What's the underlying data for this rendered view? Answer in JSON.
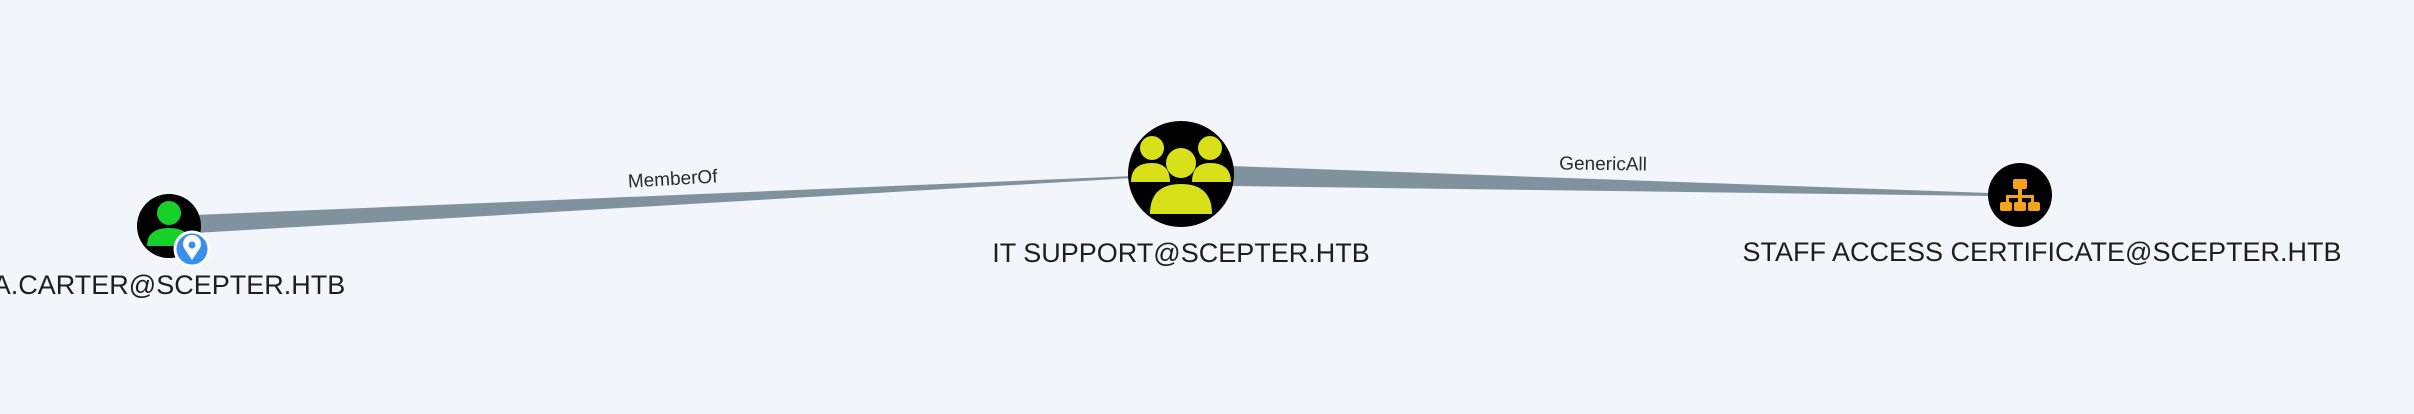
{
  "graph": {
    "nodes": [
      {
        "id": "user",
        "label": "A.CARTER@SCEPTER.HTB",
        "kind": "user",
        "icon": "user-icon",
        "badge": "location-pin-icon",
        "icon_color": "#17d12a",
        "badge_color": "#3a8ef0"
      },
      {
        "id": "group",
        "label": "IT SUPPORT@SCEPTER.HTB",
        "kind": "group",
        "icon": "group-icon",
        "icon_color": "#d8e01a"
      },
      {
        "id": "ou",
        "label": "STAFF ACCESS CERTIFICATE@SCEPTER.HTB",
        "kind": "ou",
        "icon": "org-tree-icon",
        "icon_color": "#f5a31a"
      }
    ],
    "edges": [
      {
        "from": "user",
        "to": "group",
        "label": "MemberOf"
      },
      {
        "from": "group",
        "to": "ou",
        "label": "GenericAll"
      }
    ],
    "edge_color": "#7f929e"
  }
}
